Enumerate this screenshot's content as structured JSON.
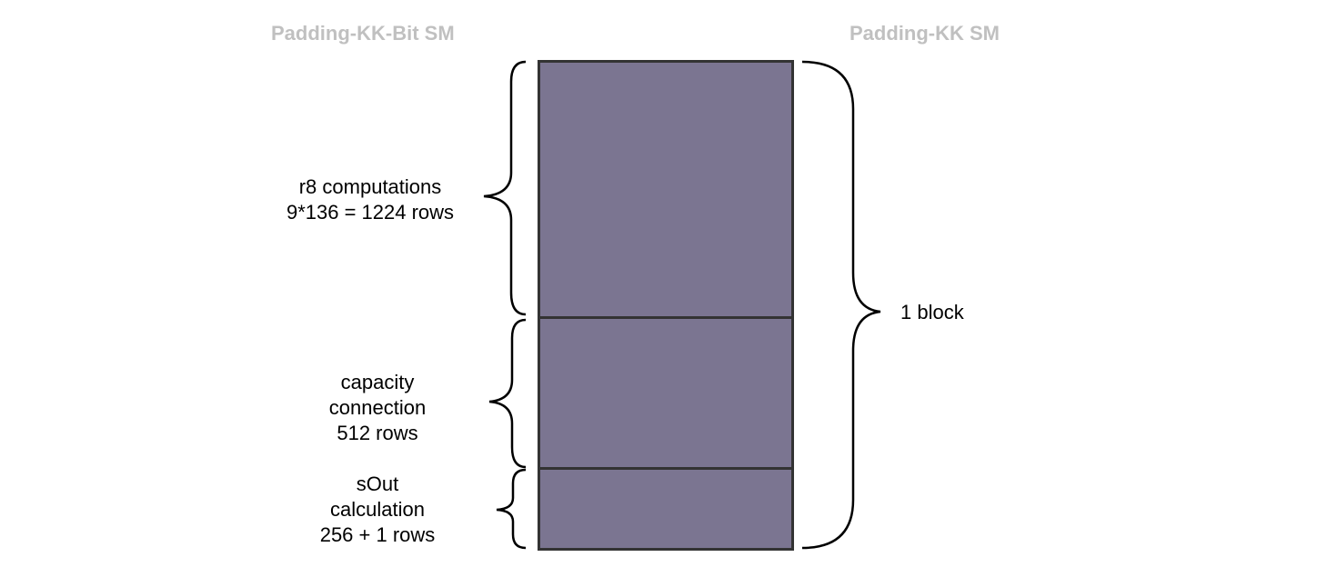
{
  "headers": {
    "left": "Padding-KK-Bit SM",
    "right": "Padding-KK SM"
  },
  "segments": [
    {
      "id": "r8",
      "lines": [
        "r8 computations",
        "9*136 = 1224 rows"
      ]
    },
    {
      "id": "capacity",
      "lines": [
        "capacity",
        "connection",
        "512 rows"
      ]
    },
    {
      "id": "sout",
      "lines": [
        "sOut",
        "calculation",
        "256 + 1 rows"
      ]
    }
  ],
  "total_label": "1 block",
  "colors": {
    "block_fill": "#7b7591",
    "block_border": "#333333",
    "header_text": "#c0c0c0"
  }
}
